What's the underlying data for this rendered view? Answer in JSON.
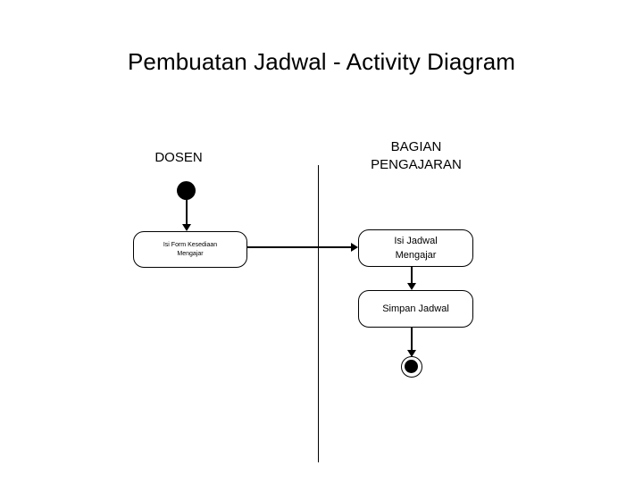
{
  "diagram": {
    "title": "Pembuatan Jadwal - Activity Diagram",
    "type": "uml-activity-diagram",
    "background_color": "#ffffff",
    "stroke_color": "#000000",
    "swimlanes": [
      {
        "id": "dosen",
        "label": "DOSEN",
        "nodes": [
          {
            "id": "start",
            "type": "initial-node",
            "label": ""
          },
          {
            "id": "isi-form-kesediaan",
            "type": "activity",
            "label": "Isi Form Kesediaan\nMengajar"
          }
        ]
      },
      {
        "id": "bagian-pengajaran",
        "label": "BAGIAN\nPENGAJARAN",
        "nodes": [
          {
            "id": "isi-jadwal-mengajar",
            "type": "activity",
            "label": "Isi Jadwal\nMengajar"
          },
          {
            "id": "simpan-jadwal",
            "type": "activity",
            "label": "Simpan Jadwal"
          },
          {
            "id": "end",
            "type": "final-node",
            "label": ""
          }
        ]
      }
    ],
    "transitions": [
      {
        "from": "start",
        "to": "isi-form-kesediaan",
        "direction": "down",
        "label": ""
      },
      {
        "from": "isi-form-kesediaan",
        "to": "isi-jadwal-mengajar",
        "direction": "right",
        "label": ""
      },
      {
        "from": "isi-jadwal-mengajar",
        "to": "simpan-jadwal",
        "direction": "down",
        "label": ""
      },
      {
        "from": "simpan-jadwal",
        "to": "end",
        "direction": "down",
        "label": ""
      }
    ]
  }
}
